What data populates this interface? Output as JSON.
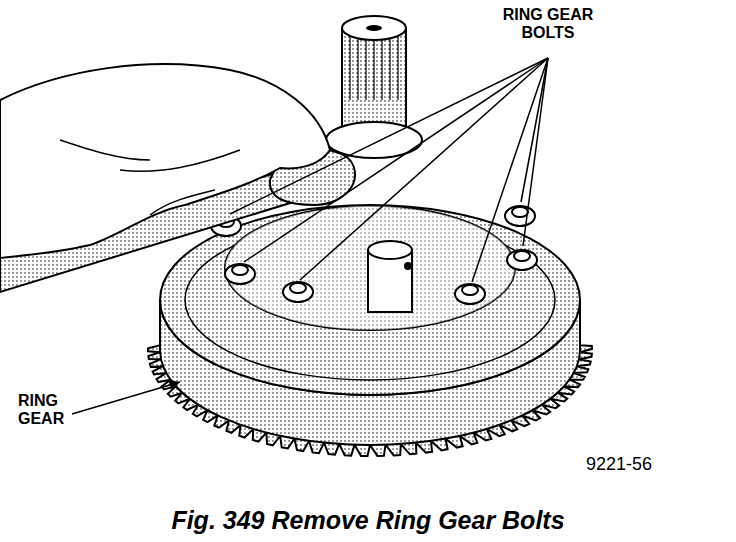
{
  "diagram": {
    "caption": "Fig. 349 Remove Ring Gear Bolts",
    "labels": [
      "RING GEAR BOLTS",
      "RING GEAR",
      "9221-56"
    ]
  }
}
